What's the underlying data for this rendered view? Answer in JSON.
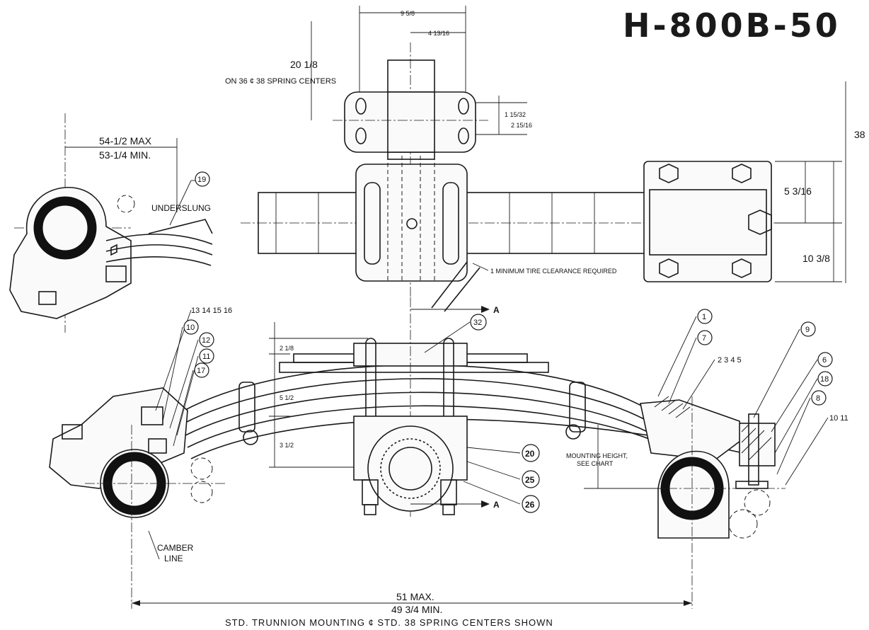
{
  "title": "H-800B-50",
  "dimensions": {
    "top_width": "9 5/8",
    "top_offset": "4 13/16",
    "height_20": "20 1/8",
    "spring_centers_note": "ON 36 ¢ 38 SPRING CENTERS",
    "small_1": "1 15/32",
    "small_2": "2 15/16",
    "height_38": "38",
    "width_5": "5 3/16",
    "height_10": "10 3/8",
    "underslung_max": "54-1/2 MAX",
    "underslung_min": "53-1/4 MIN.",
    "stack_top": "2 1/8",
    "stack_mid": "5 1/2",
    "stack_low": "3 1/2",
    "bottom_max": "51 MAX.",
    "bottom_min": "49 3/4 MIN."
  },
  "notes": {
    "underslung": "UNDERSLUNG",
    "tire_clearance": "1 MINIMUM TIRE CLEARANCE REQUIRED",
    "mounting_height_1": "MOUNTING HEIGHT,",
    "mounting_height_2": "SEE CHART",
    "camber_1": "CAMBER",
    "camber_2": "LINE",
    "section_a_top": "A",
    "section_a_bottom": "A"
  },
  "callouts": {
    "c19": "19",
    "c13_16": "13 14 15 16",
    "c10": "10",
    "c12": "12",
    "c11": "11",
    "c17": "17",
    "c32": "32",
    "c1": "1",
    "c7": "7",
    "c2_5": "2 3 4 5",
    "c9": "9",
    "c6": "6",
    "c18": "18",
    "c8": "8",
    "c10_11": "10 11",
    "c20": "20",
    "c25": "25",
    "c26": "26"
  },
  "caption": "STD. TRUNNION MOUNTING ¢ STD. 38 SPRING CENTERS SHOWN"
}
